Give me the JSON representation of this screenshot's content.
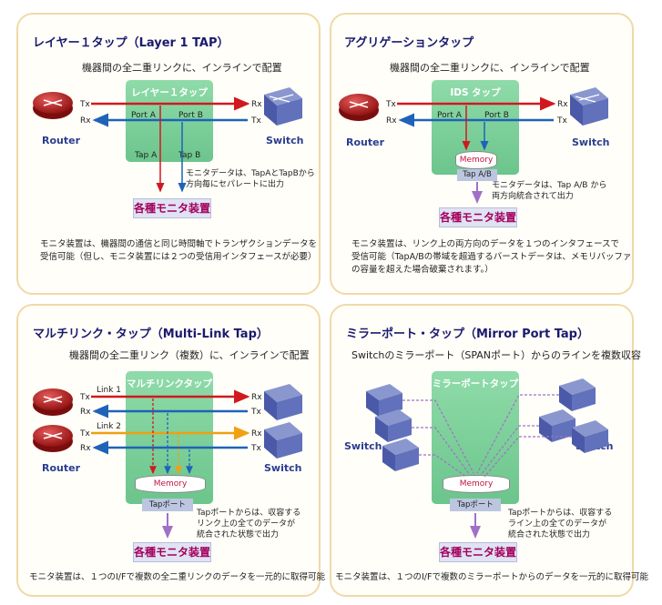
{
  "panel1": {
    "title": "レイヤー１タップ（Layer 1 TAP）",
    "subtitle": "機器間の全二重リンクに、インラインで配置",
    "tap_title": "レイヤー１タップ",
    "port_a": "Port A",
    "port_b": "Port B",
    "tap_a": "Tap A",
    "tap_b": "Tap B",
    "tx": "Tx",
    "rx": "Rx",
    "router": "Router",
    "switch": "Switch",
    "monitor_note": "モニタデータは、TapAとTapBから\n方向毎にセパレートに出力",
    "monitor": "各種モニタ装置",
    "description": "モニタ装置は、機器間の通信と同じ時間軸でトランザクションデータを\n受信可能（但し、モニタ装置には２つの受信用インタフェースが必要）"
  },
  "panel2": {
    "title": "アグリゲーションタップ",
    "subtitle": "機器間の全二重リンクに、インラインで配置",
    "tap_title": "IDS タップ",
    "port_a": "Port A",
    "port_b": "Port B",
    "memory": "Memory",
    "tap_ab": "Tap A/B",
    "tx": "Tx",
    "rx": "Rx",
    "router": "Router",
    "switch": "Switch",
    "monitor_note": "モニタデータは、Tap A/B から\n両方向統合されて出力",
    "monitor": "各種モニタ装置",
    "description": "モニタ装置は、リンク上の両方向のデータを１つのインタフェースで\n受信可能（TapA/Bの帯域を超過するバーストデータは、メモリバッファ\nの容量を超えた場合破棄されます。）"
  },
  "panel3": {
    "title": "マルチリンク・タップ（Multi-Link Tap）",
    "subtitle": "機器間の全二重リンク（複数）に、インラインで配置",
    "tap_title": "マルチリンクタップ",
    "link1": "Link 1",
    "link2": "Link 2",
    "memory": "Memory",
    "tap_port": "Tapポート",
    "tx": "Tx",
    "rx": "Rx",
    "router": "Router",
    "switch": "Switch",
    "monitor_note": "Tapポートからは、収容する\nリンク上の全てのデータが\n統合された状態で出力",
    "monitor": "各種モニタ装置",
    "description": "モニタ装置は、１つのI/Fで複数の全二重リンクのデータを一元的に取得可能"
  },
  "panel4": {
    "title": "ミラーポート・タップ（Mirror Port Tap）",
    "subtitle": "Switchのミラーポート（SPANポート）からのラインを複数収容",
    "tap_title": "ミラーポートタップ",
    "memory": "Memory",
    "tap_port": "Tapポート",
    "switch_left": "Switch",
    "switch_right": "Switch",
    "monitor_note": "Tapポートからは、収容する\nライン上の全てのデータが\n統合された状態で出力",
    "monitor": "各種モニタ装置",
    "description": "モニタ装置は、１つのI/Fで複数のミラーポートからのデータを一元的に取得可能"
  },
  "colors": {
    "tx_red": "#d0191f",
    "rx_blue": "#1e63b8",
    "link2_orange": "#f0a010",
    "tap_green": "#7ccf98",
    "monitor_arrow": "#a070c8",
    "router_red": "#b81a1a",
    "switch_blue": "#4a5aa8"
  }
}
